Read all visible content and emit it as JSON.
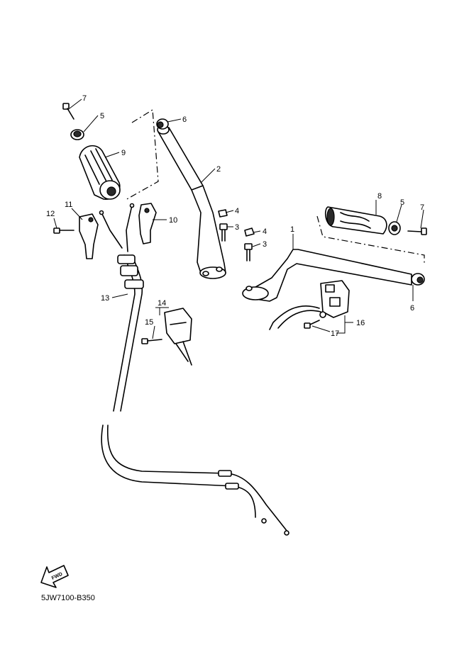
{
  "diagram": {
    "code": "5JW7100-B350",
    "fwd_label": "FWD",
    "callouts": {
      "c1": "1",
      "c2": "2",
      "c3a": "3",
      "c3b": "3",
      "c4a": "4",
      "c4b": "4",
      "c5a": "5",
      "c5b": "5",
      "c6a": "6",
      "c6b": "6",
      "c7a": "7",
      "c7b": "7",
      "c8": "8",
      "c9": "9",
      "c10": "10",
      "c11": "11",
      "c12": "12",
      "c13": "13",
      "c14": "14",
      "c15": "15",
      "c16": "16",
      "c17": "17"
    }
  }
}
